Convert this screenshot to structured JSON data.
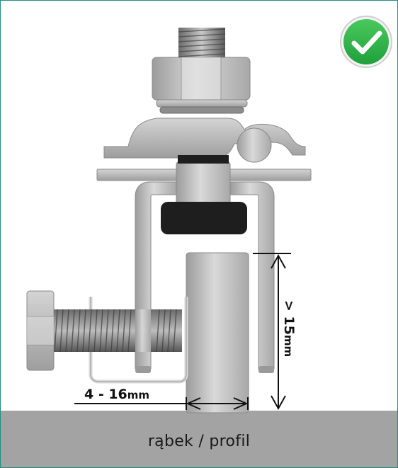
{
  "labels": {
    "profile": "rąbek / profil",
    "width_range": "4 - 16",
    "width_unit": "mm",
    "height_min": "> 15",
    "height_unit": "mm"
  },
  "icons": {
    "status": "check-circle-icon"
  },
  "colors": {
    "frame_border": "#1f8f7e",
    "check_green": "#2fb24a",
    "base_gray": "#a3a3a3",
    "dimension_lines": "#111111"
  }
}
